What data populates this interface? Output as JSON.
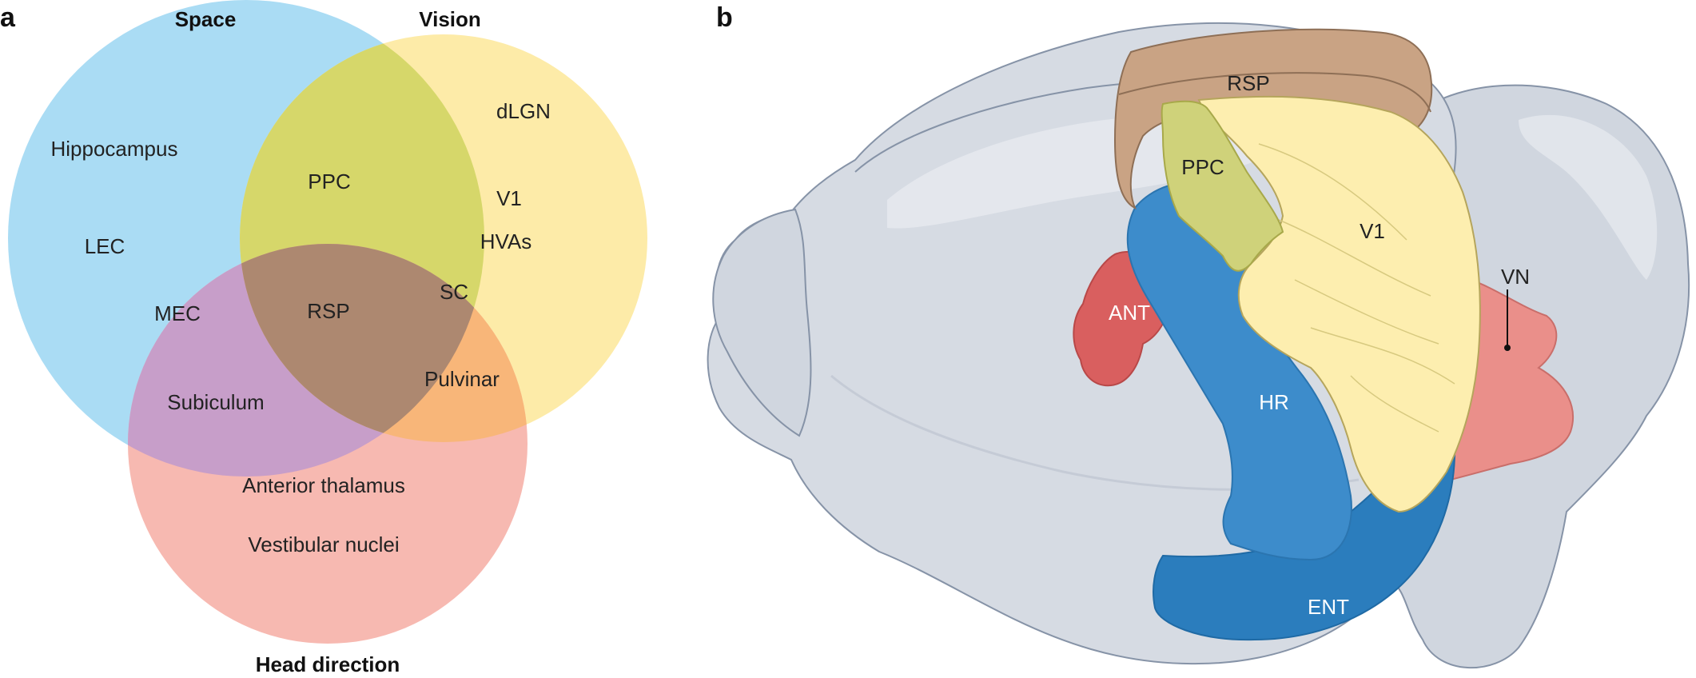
{
  "panel_a": {
    "label": "a",
    "sets": {
      "space": "Space",
      "vision": "Vision",
      "head_direction": "Head direction"
    },
    "regions": {
      "hippocampus": "Hippocampus",
      "lec": "LEC",
      "mec": "MEC",
      "subiculum": "Subiculum",
      "ppc": "PPC",
      "rsp": "RSP",
      "dlgn": "dLGN",
      "v1": "V1",
      "hvas": "HVAs",
      "sc": "SC",
      "pulvinar": "Pulvinar",
      "anterior_thalamus": "Anterior thalamus",
      "vestibular_nuclei": "Vestibular nuclei"
    },
    "colors": {
      "space": "#aadcf4",
      "vision": "#fdeba8",
      "head_direction": "#f7b9b1",
      "space_vision": "#d6d76a",
      "space_head": "#c79ec9",
      "vision_head": "#f8b679",
      "all_three": "#ad8870"
    }
  },
  "panel_b": {
    "label": "b",
    "regions": {
      "rsp": "RSP",
      "ppc": "PPC",
      "v1": "V1",
      "ant": "ANT",
      "vn": "VN",
      "hr": "HR",
      "ent": "ENT"
    },
    "colors": {
      "brain": "#d6dbe3",
      "rsp": "#c9a384",
      "ppc": "#cfd27a",
      "v1": "#fdeeaf",
      "ant": "#d95f5f",
      "vn": "#ea8f8a",
      "hr": "#3d8ccb",
      "ent": "#2b7dbd"
    }
  }
}
